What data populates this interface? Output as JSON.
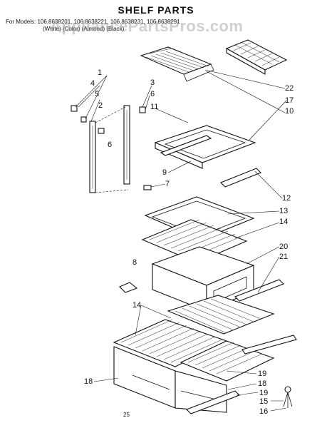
{
  "diagram": {
    "title": "SHELF PARTS",
    "header_line_1": "For Models: 106.8638201, 106.8638221, 106.8638231, 106.8638291",
    "header_line_2": "(White)        (Color)      (Almond)       (Black)",
    "watermark": "AppliancePartsPros.com",
    "page_number": "25",
    "callouts": {
      "c1": "1",
      "c2": "2",
      "c3": "3",
      "c4": "4",
      "c5": "5",
      "c6": "6",
      "c6b": "6",
      "c7": "7",
      "c8": "8",
      "c9": "9",
      "c10": "10",
      "c11": "11",
      "c12": "12",
      "c13": "13",
      "c14": "14",
      "c14b": "14",
      "c15": "15",
      "c16": "16",
      "c17": "17",
      "c18": "18",
      "c18b": "18",
      "c19": "19",
      "c19b": "19",
      "c20": "20",
      "c21": "21",
      "c22": "22"
    }
  }
}
